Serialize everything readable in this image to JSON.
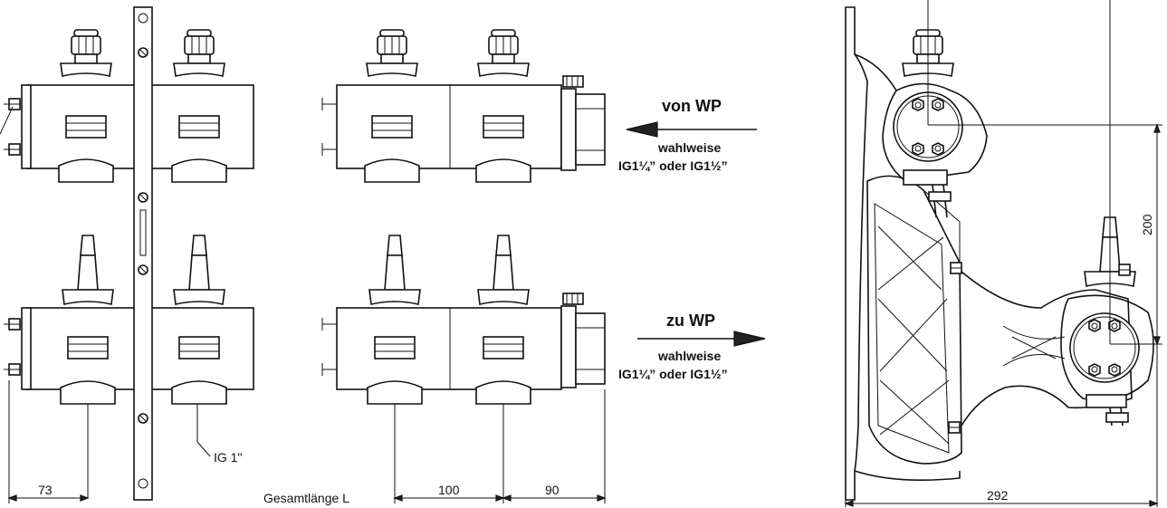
{
  "labels": {
    "von_wp": "von WP",
    "zu_wp": "zu WP",
    "wahlweise": "wahlweise",
    "ig_option": "IG1¼” oder IG1½”",
    "ig1": "IG 1\"",
    "gesamtlaenge": "Gesamtlänge L"
  },
  "dimensions": {
    "d73": "73",
    "d100": "100",
    "d90": "90",
    "d292": "292",
    "d200": "200"
  },
  "colors": {
    "line": "#111111",
    "background": "#ffffff"
  }
}
